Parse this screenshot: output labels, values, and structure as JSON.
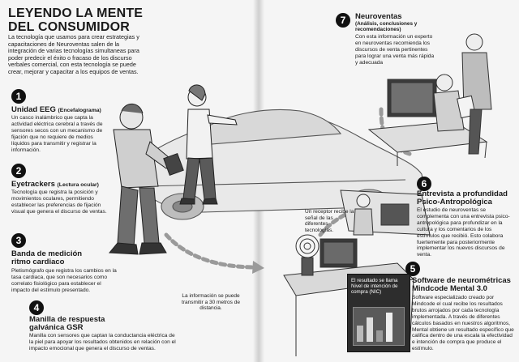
{
  "title": {
    "line1": "LEYENDO LA MENTE",
    "line2": "DEL CONSUMIDOR"
  },
  "intro": "La tecnología que usamos para crear estrategias y capacitaciones de Neuroventas salen de la integración de varias tecnologías simultaneas para poder predecir el éxito o fracaso de los discurso verbales comercial, con esta tecnología se puede crear, mejorar y capacitar a los equipos de ventas.",
  "sections": [
    {
      "num": "1",
      "title": "Unidad EEG",
      "subtitle": "(Encefalograma)",
      "body": "Un casco inalámbrico que capta la actividad eléctrica cerebral a través de sensores secos con un mecanismo de fijación que no requiere de medios líquidos para transmitir y registrar la información."
    },
    {
      "num": "2",
      "title": "Eyetrackers",
      "subtitle": "(Lectura ocular)",
      "body": "Tecnología que registra la posición y movimientos oculares, permitiendo establecer las preferencias de fijación visual que genera el discurso de ventas."
    },
    {
      "num": "3",
      "title_line1": "Banda de medición",
      "title_line2": "ritmo cardiaco",
      "body": "Pletismógrafo que registra los cambios en la tasa cardiaca, que son necesarios como correlato fisiológico para establecer el impacto del estímulo presentado."
    },
    {
      "num": "4",
      "title_line1": "Manilla de respuesta",
      "title_line2": "galvánica GSR",
      "body": "Manilla con sensores que captan la conductancia eléctrica de la piel para apoyar los resultados obtenidos en relación con el impacto emocional que genera el discurso de ventas."
    },
    {
      "num": "5",
      "title_line1": "Software de neurométricas",
      "title_line2": "Mindcode Mental 3.0",
      "body": "Software especializado creado por Mindcode el cual recibe los resultados brutos arrojados por cada tecnología implementada. A través de diferentes cálculos basados en nuestros algoritmos, Mental obtiene un resultado específico que califica dentro de una escala la efectividad e intención de compra que produce el estímulo."
    },
    {
      "num": "6",
      "title_line1": "Entrevista a profundidad",
      "title_line2": "Psico-Antropológica",
      "body": "El estudio de neuroventas se complementa con una entrevista psico-antropológica para profundizar en la cultura y los comentarios de los estímulos que recibió. Esto colabora fuertemente para posteriormente implementar los nuevos discursos de venta."
    },
    {
      "num": "7",
      "title": "Neuroventas",
      "subtitle": "(Análisis, conclusiones y recomendaciones)",
      "body": "Con esta información un experto en neuroventas recomienda los discursos de venta pertinentes para lograr una venta más rápida y adecuada"
    }
  ],
  "notes": {
    "transmit": "La información se puede transmitir a 30 metros de distancia.",
    "receiver": "Un receptor recibe la señal de las diferentes tecnologías.",
    "result": "El resultado se llama Nivel de intención de compra (NIC)"
  }
}
